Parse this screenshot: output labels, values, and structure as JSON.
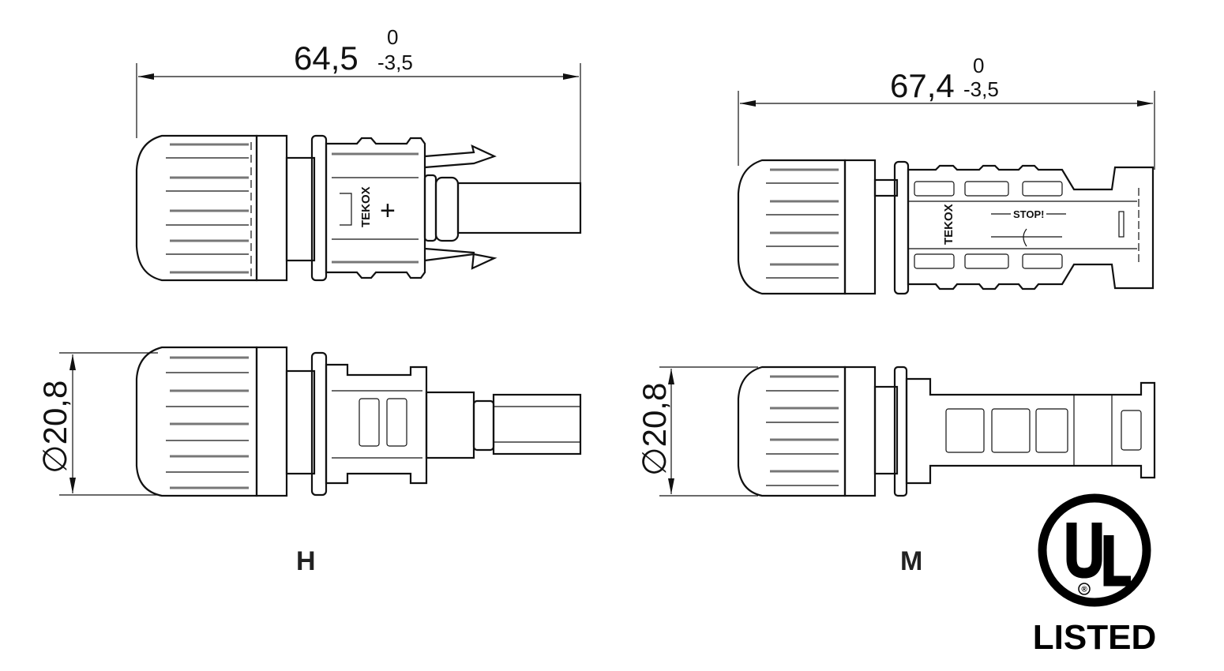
{
  "views": {
    "h": {
      "label": "H",
      "length": {
        "value": "64,5",
        "tol_upper": "0",
        "tol_lower": "-3,5"
      },
      "diameter": "∅20,8",
      "brand": "TEKOX",
      "polarity": "+"
    },
    "m": {
      "label": "M",
      "length": {
        "value": "67,4",
        "tol_upper": "0",
        "tol_lower": "-3,5"
      },
      "diameter": "∅20,8",
      "brand": "TEKOX",
      "stop_text": "STOP!"
    }
  },
  "certification": {
    "mark": "UL",
    "registered": "®",
    "text": "LISTED"
  }
}
